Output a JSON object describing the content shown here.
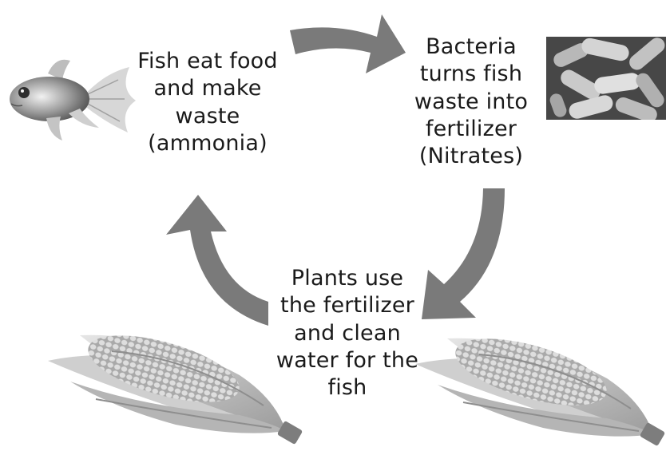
{
  "steps": {
    "fish": "Fish eat food\nand  make\nwaste\n(ammonia)",
    "bacteria": "Bacteria\nturns fish\nwaste into\nfertilizer\n(Nitrates)",
    "plants": "Plants use\nthe fertilizer\nand clean\nwater for the\nfish"
  },
  "colors": {
    "arrow": "#7a7a7a",
    "text": "#1a1a1a",
    "corn_kernel": "#cfcfcf",
    "husk": "#bdbdbd"
  }
}
